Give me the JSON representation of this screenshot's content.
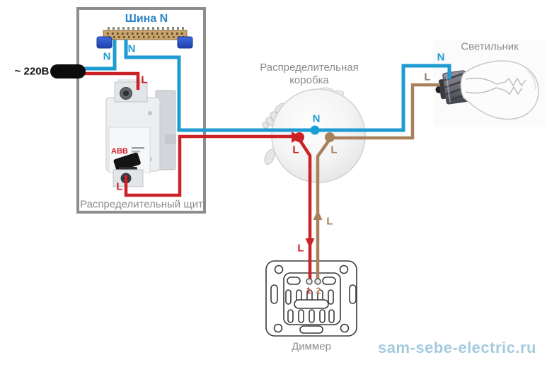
{
  "watermark": "sam-sebe-electric.ru",
  "source": {
    "voltage": "~ 220В"
  },
  "panel": {
    "caption": "Распределительный щит",
    "bus_title": "Шина N",
    "bus_n_left": "N",
    "bus_n_right": "N",
    "breaker_l_in": "L",
    "breaker_l_out": "L"
  },
  "junction_box": {
    "caption_line1": "Распределительная",
    "caption_line2": "коробка",
    "n": "N",
    "l_in": "L",
    "l_out": "L"
  },
  "dimmer": {
    "caption": "Диммер",
    "l_down": "L",
    "l_up": "L",
    "terminal1": "1",
    "terminal2": "2"
  },
  "lamp": {
    "caption": "Светильник",
    "n": "N",
    "l": "L"
  },
  "colors": {
    "neutral_wire": "#1e9bd2",
    "phase_wire": "#cc2127",
    "switched_wire": "#a8805c",
    "caption_gray": "#8c8c8c",
    "bus_title_blue": "#2b85c5",
    "watermark_blue": "#a4cade"
  }
}
